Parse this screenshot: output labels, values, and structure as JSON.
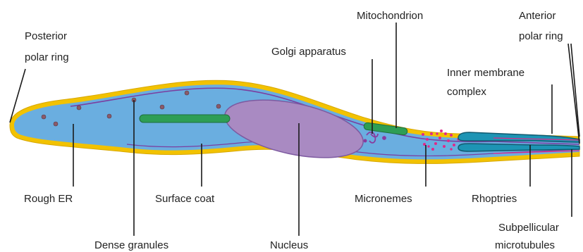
{
  "labels": {
    "posterior_polar_ring": [
      "Posterior",
      "polar ring"
    ],
    "mitochondrion": "Mitochondrion",
    "anterior_polar_ring": [
      "Anterior",
      "polar ring"
    ],
    "golgi_apparatus": "Golgi apparatus",
    "inner_membrane_complex": [
      "Inner membrane",
      "complex"
    ],
    "rough_er": "Rough ER",
    "surface_coat": "Surface coat",
    "micronemes": "Micronemes",
    "rhoptries": "Rhoptries",
    "subpellicular_microtubules": [
      "Subpellicular",
      "microtubules"
    ],
    "dense_granules": "Dense granules",
    "nucleus": "Nucleus"
  },
  "colors": {
    "outer_coat": "#f2c200",
    "cytoplasm": "#6aaee0",
    "membrane_line": "#7a3fa0",
    "nucleus_fill": "#a98ac2",
    "nucleus_stroke": "#7d5aa0",
    "organelle_green": "#2e9e55",
    "organelle_green_dark": "#1f6e3a",
    "microneme_pink": "#e0288a",
    "rhoptry_fill": "#1d94b4",
    "rhoptry_stroke": "#115a70",
    "granule_fill": "#8a5a6a",
    "leader_line": "#1a1a1a"
  }
}
